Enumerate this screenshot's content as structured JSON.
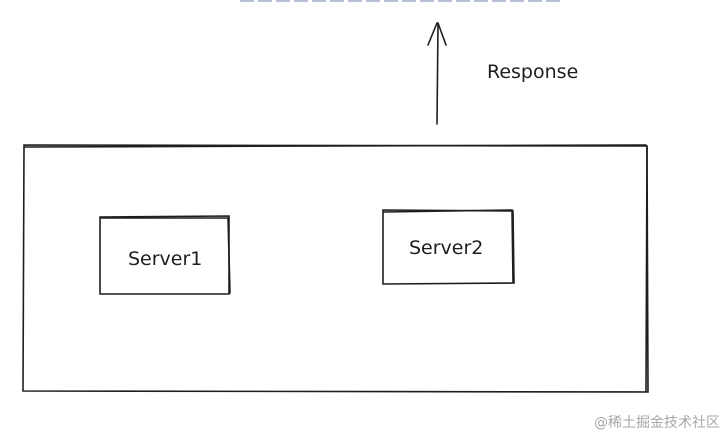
{
  "diagram": {
    "arrow_label": "Response",
    "nodes": [
      {
        "id": "server1",
        "label": "Server1"
      },
      {
        "id": "server2",
        "label": "Server2"
      }
    ],
    "stroke_color": "#1e1e1e"
  },
  "watermark": "@稀土掘金技术社区"
}
